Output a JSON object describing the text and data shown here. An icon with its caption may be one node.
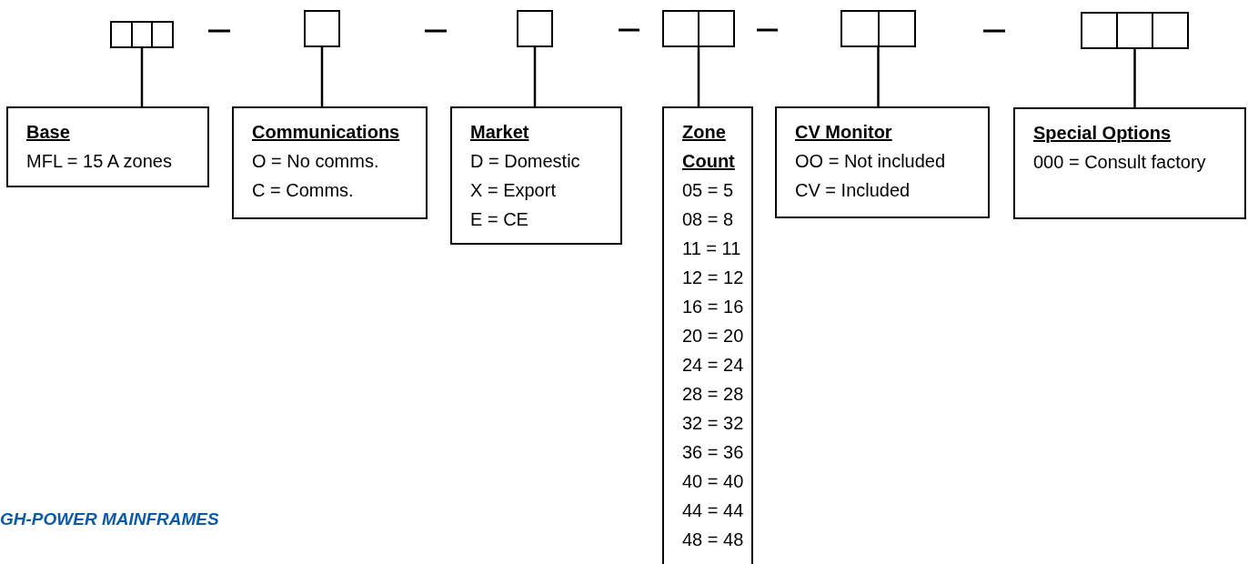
{
  "diagram": {
    "nodes": [
      {
        "text": [],
        "shape": "box"
      },
      {
        "text": [],
        "shape": "box"
      },
      {
        "text": [],
        "shape": "box"
      },
      {
        "text": [],
        "shape": "box"
      },
      {
        "text": [],
        "shape": "box"
      },
      {
        "text": [],
        "shape": "box"
      },
      {
        "text": [
          "Base",
          "MFL = 15 A zones"
        ]
      },
      {
        "text": [
          "Communications",
          "O = No comms.",
          "C = Comms."
        ]
      },
      {
        "text": [
          "Market",
          "D = Domestic",
          "X = Export",
          "E = CE"
        ]
      },
      {
        "text": [
          "Zone Count",
          "05 = 5",
          "08 = 8",
          "11 = 11",
          "12 = 12",
          "16 = 16",
          "20 = 20",
          "24 = 24",
          "28 = 28",
          "32 = 32",
          "36 = 36",
          "40 = 40",
          "44 = 44",
          "48 = 48"
        ]
      },
      {
        "text": [
          "CV Monitor",
          "OO = Not included",
          "CV = Included"
        ]
      },
      {
        "text": [
          "Special Options",
          "000 = Consult factory"
        ]
      }
    ],
    "edges": [
      {
        "from": 0,
        "to": 6,
        "arrow": "none"
      },
      {
        "from": 1,
        "to": 7,
        "arrow": "none"
      },
      {
        "from": 2,
        "to": 8,
        "arrow": "none"
      },
      {
        "from": 3,
        "to": 9,
        "arrow": "none"
      },
      {
        "from": 4,
        "to": 10,
        "arrow": "none"
      },
      {
        "from": 5,
        "to": 11,
        "arrow": "none"
      }
    ],
    "labels": [
      "GH-POWER MAINFRAMES"
    ]
  }
}
